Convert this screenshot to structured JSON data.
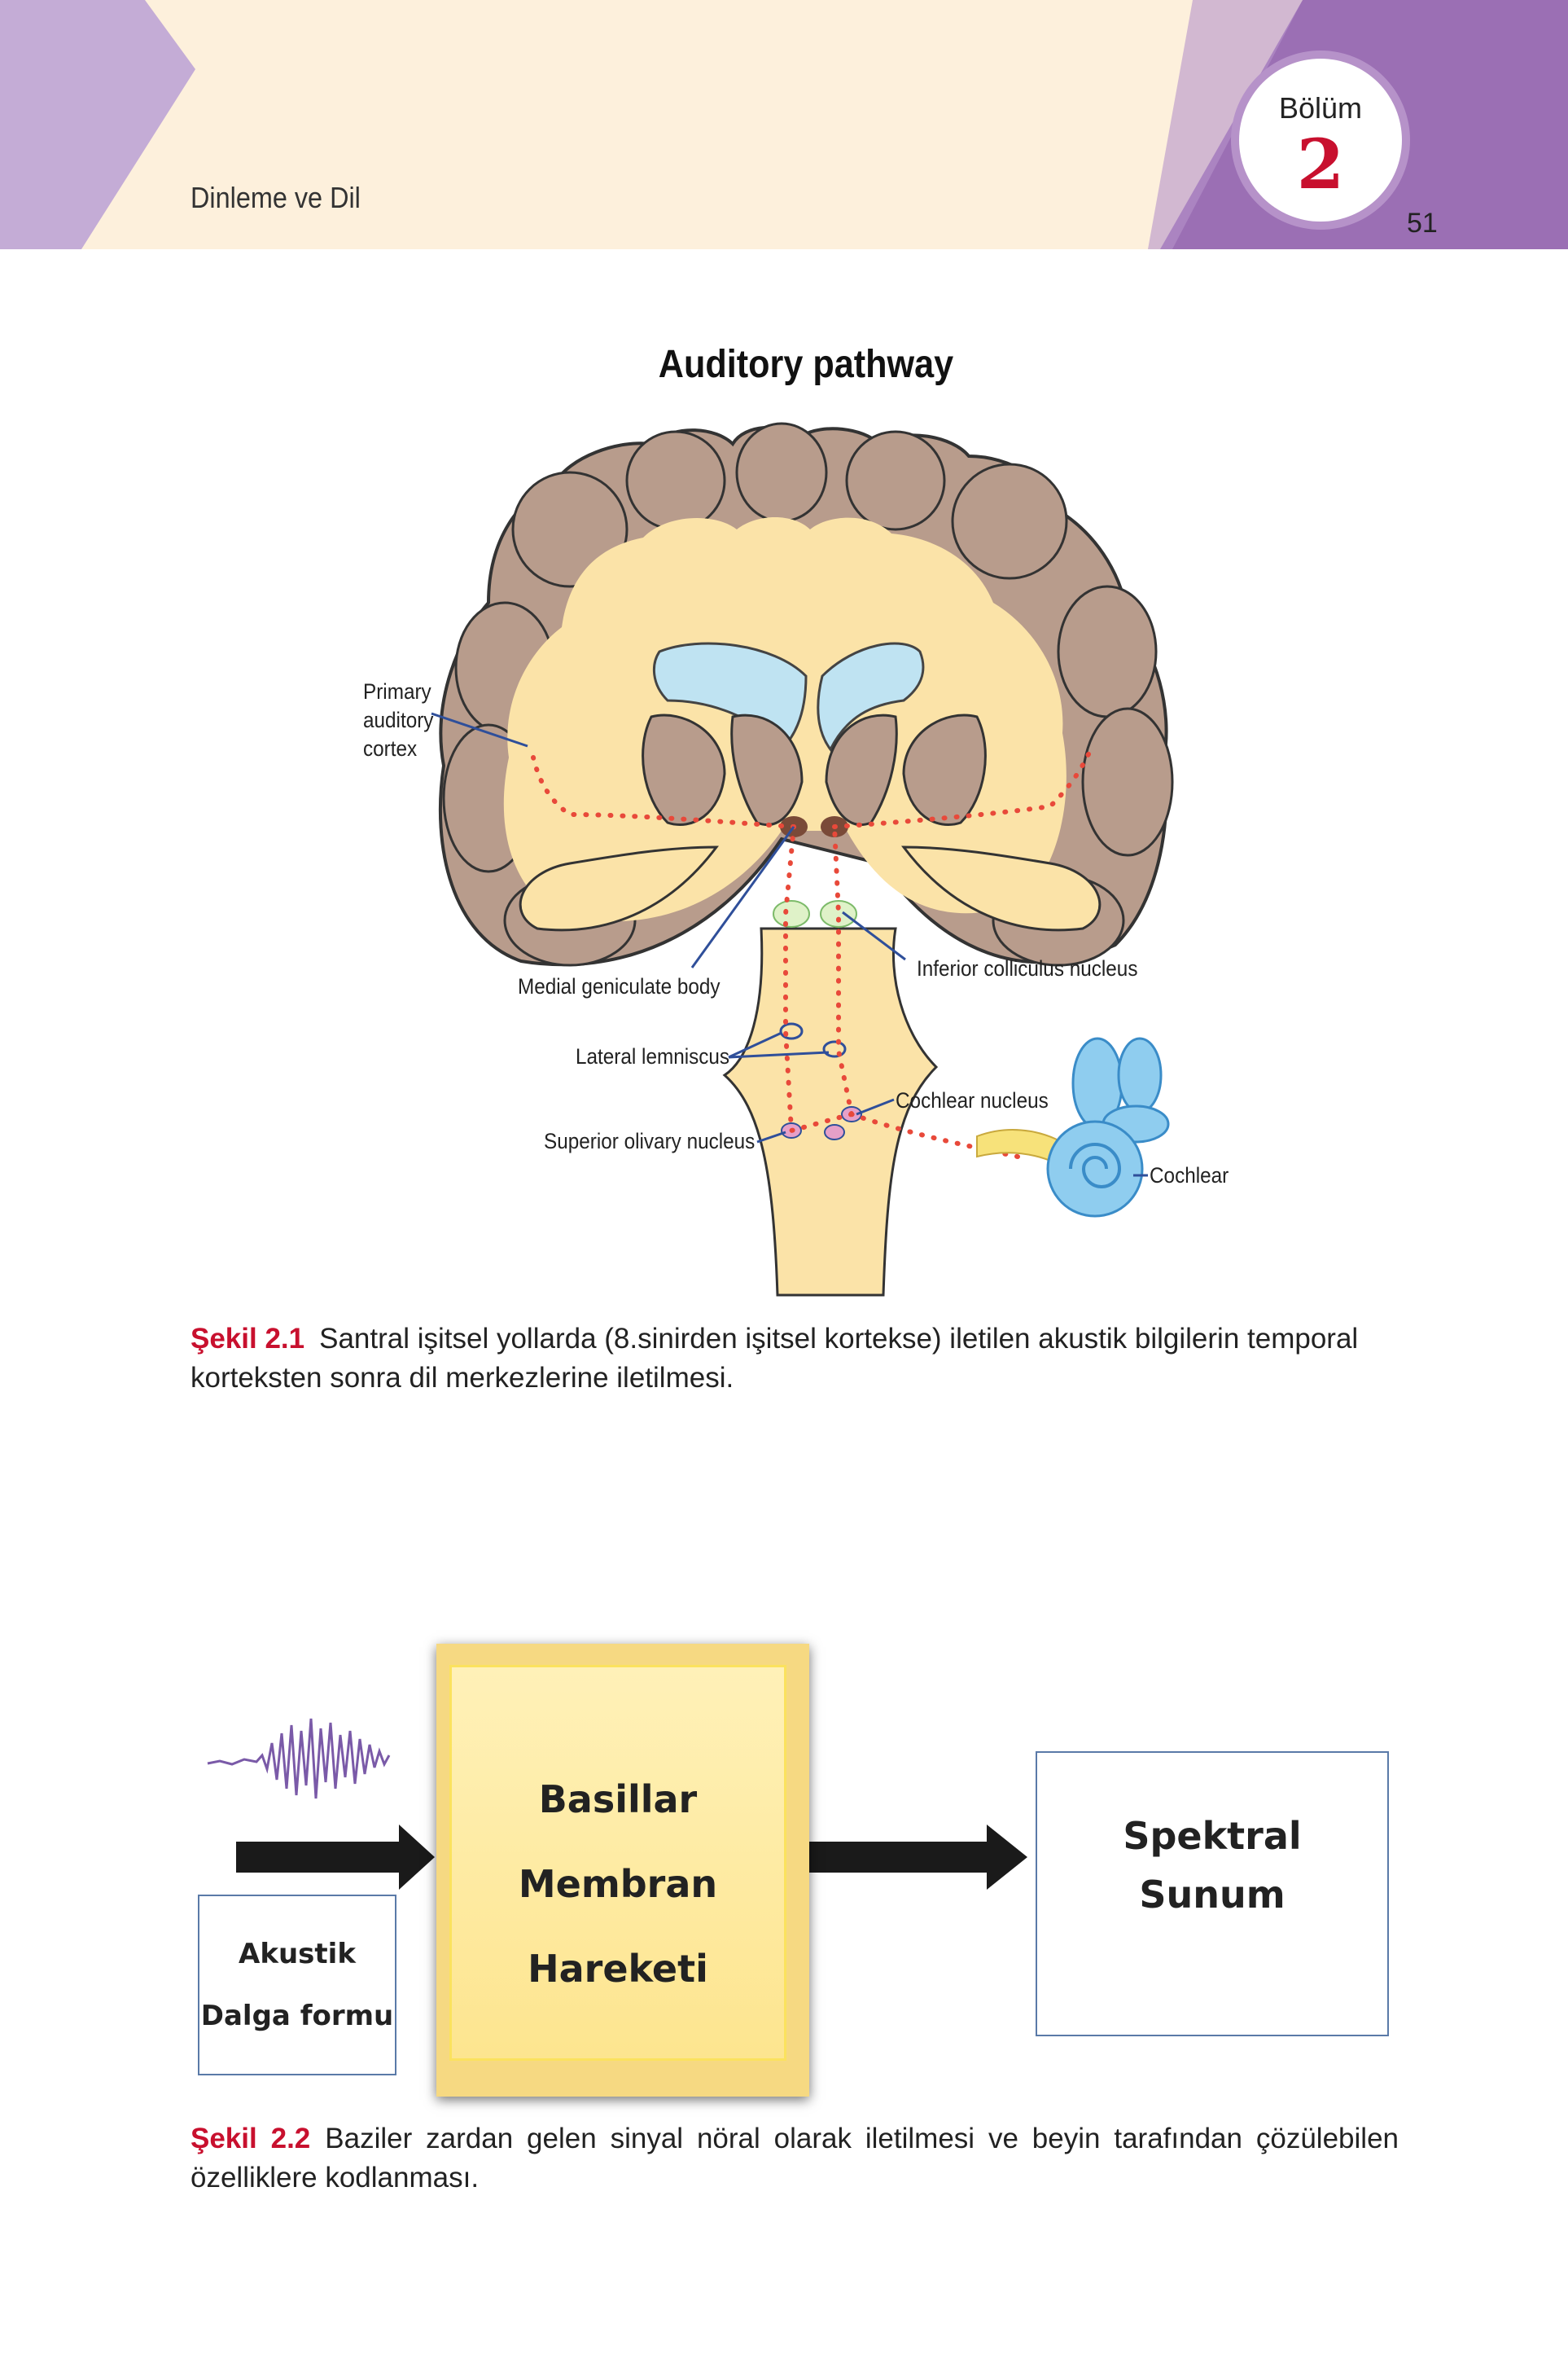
{
  "header": {
    "running_title": "Dinleme ve Dil",
    "chapter_label": "Bölüm",
    "chapter_number": "2",
    "page_number": "51"
  },
  "figure1": {
    "title": "Auditory pathway",
    "labels": {
      "primary_auditory_cortex": [
        "Primary",
        "auditory",
        "cortex"
      ],
      "medial_geniculate_body": "Medial geniculate body",
      "inferior_colliculus_nucleus": "Inferior colliculus nucleus",
      "lateral_lemniscus": "Lateral lemniscus",
      "cochlear_nucleus": "Cochlear nucleus",
      "superior_olivary_nucleus": "Superior olivary nucleus",
      "cochlear": "Cochlear"
    },
    "caption_tag": "Şekil 2.1",
    "caption_text": "Santral işitsel yollarda (8.sinirden işitsel kortekse) iletilen akustik bilgilerin temporal korteksten sonra dil merkezlerine iletilmesi."
  },
  "figure2": {
    "input_box": [
      "Akustik",
      "Dalga formu"
    ],
    "center_box": [
      "Basillar",
      "Membran",
      "Hareketi"
    ],
    "output_box": [
      "Spektral",
      "Sunum"
    ],
    "caption_tag": "Şekil 2.2",
    "caption_text": "Baziler zardan gelen sinyal nöral olarak iletilmesi ve beyin tarafından çözülebilen özelliklere kodlanması."
  },
  "colors": {
    "header_bg": "#fdf0dc",
    "accent_purple": "#9b6fb4",
    "light_purple": "#c4acd6",
    "caption_red": "#c8102e",
    "brain_fill": "#fbe3a8",
    "cortex_fill": "#b89c8c",
    "ventricle_fill": "#bfe3f2",
    "pathway_dots": "#e8493a"
  }
}
